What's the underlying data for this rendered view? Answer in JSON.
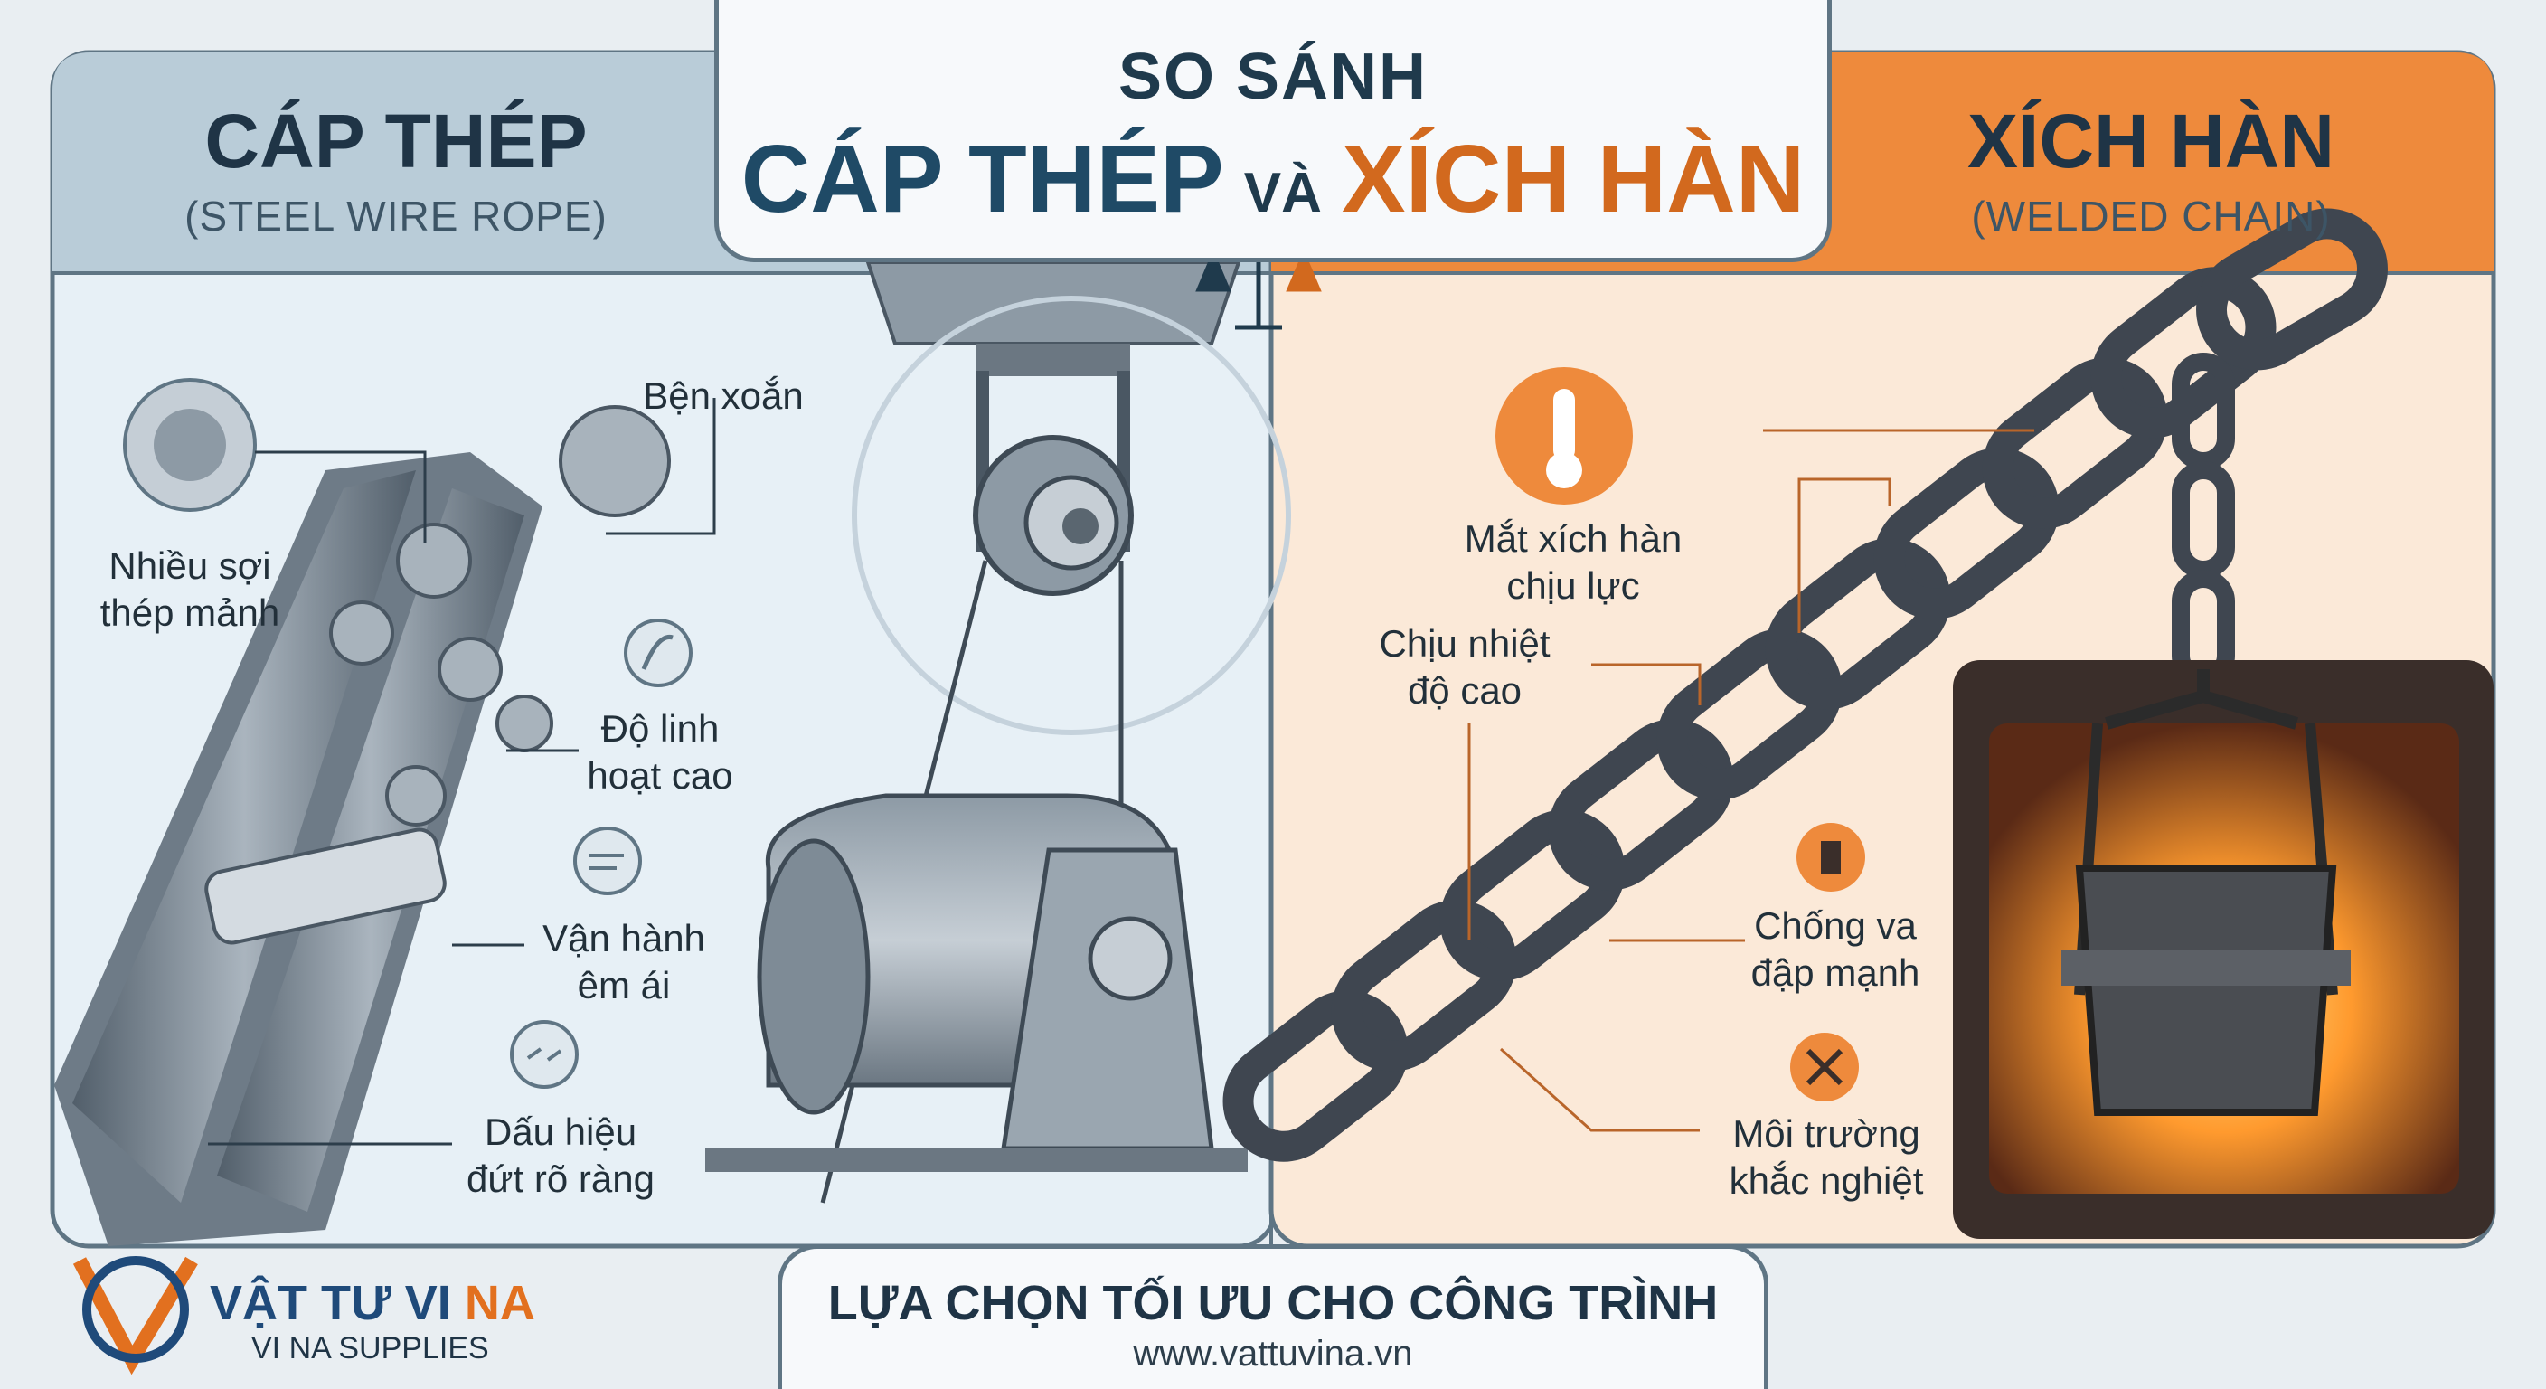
{
  "title": {
    "top": "SO SÁNH",
    "left_word": "CÁP THÉP",
    "conjunction": "VÀ",
    "right_word": "XÍCH HÀN"
  },
  "left_panel": {
    "heading": "CÁP THÉP",
    "subheading": "(STEEL WIRE ROPE)",
    "labels": {
      "twist": "Bện xoắn",
      "strands_1": "Nhiều sợi",
      "strands_2": "thép mảnh",
      "flex_1": "Độ linh",
      "flex_2": "hoạt cao",
      "smooth_1": "Vận hành",
      "smooth_2": "êm ái",
      "break_1": "Dấu hiệu",
      "break_2": "đứt rõ ràng"
    }
  },
  "right_panel": {
    "heading": "XÍCH HÀN",
    "subheading": "(WELDED CHAIN)",
    "labels": {
      "weld_1": "Mắt xích hàn",
      "weld_2": "chịu lực",
      "heat_1": "Chịu nhiệt",
      "heat_2": "độ cao",
      "impact_1": "Chống va",
      "impact_2": "đập mạnh",
      "harsh_1": "Môi trường",
      "harsh_2": "khắc nghiệt"
    }
  },
  "footer": {
    "tagline": "LỰA CHỌN TỐI ƯU CHO CÔNG TRÌNH",
    "website": "www.vattuvina.vn"
  },
  "brand": {
    "name_main": "VẬT TƯ VI",
    "name_accent": "NA",
    "subtitle": "VI NA SUPPLIES"
  },
  "icons": {
    "balance": "scale-balance-icon",
    "thermometer": "thermometer-icon",
    "rope": "twisted-rope-icon",
    "wind": "wind-icon",
    "broken": "broken-wire-icon",
    "impact": "impact-icon",
    "tools": "tools-icon"
  },
  "colors": {
    "steel_blue": "#1f4a66",
    "orange": "#e07a2e",
    "left_header_bg": "#b9ccd8",
    "right_header_bg": "#ee8a3c",
    "left_body_bg": "#e7f0f6",
    "right_body_bg": "#fbe9d8"
  }
}
